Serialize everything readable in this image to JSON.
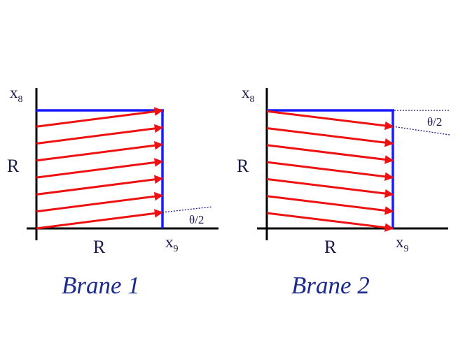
{
  "panels": [
    {
      "id": "brane-1",
      "caption": "Brane 1",
      "y_axis_label": "x",
      "y_axis_sub": "8",
      "x_axis_label": "x",
      "x_axis_sub": "9",
      "side_label": "R",
      "bottom_label": "R",
      "angle_label": "θ/2",
      "arrow_count": 7
    },
    {
      "id": "brane-2",
      "caption": "Brane 2",
      "y_axis_label": "x",
      "y_axis_sub": "8",
      "x_axis_label": "x",
      "x_axis_sub": "9",
      "side_label": "R",
      "bottom_label": "R",
      "angle_label": "θ/2",
      "arrow_count": 7
    }
  ],
  "colors": {
    "axis": "#000000",
    "square": "#1a1aff",
    "arrow": "#ee1111",
    "dotted": "#1a1a8c",
    "caption": "#1c2a8c"
  }
}
